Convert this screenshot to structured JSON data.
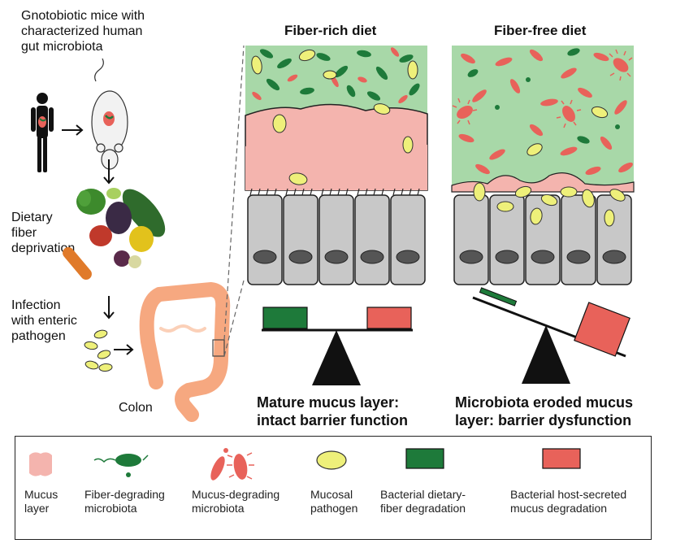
{
  "left_panel": {
    "intro_text": [
      "Gnotobiotic mice with",
      "characterized human",
      "gut microbiota"
    ],
    "diet_text": [
      "Dietary",
      "fiber",
      "deprivation"
    ],
    "infection_text": [
      "Infection",
      "with enteric",
      "pathogen"
    ],
    "colon_label": "Colon"
  },
  "panels": {
    "fiber_rich_title": "Fiber-rich diet",
    "fiber_free_title": "Fiber-free diet"
  },
  "captions": {
    "left": [
      "Mature mucus layer:",
      "intact barrier function"
    ],
    "right": [
      "Microbiota eroded mucus",
      "layer: barrier dysfunction"
    ]
  },
  "legend": {
    "items": [
      {
        "label": [
          "Mucus",
          "layer"
        ]
      },
      {
        "label": [
          "Fiber-degrading",
          "microbiota"
        ]
      },
      {
        "label": [
          "Mucus-degrading",
          "microbiota"
        ]
      },
      {
        "label": [
          "Mucosal",
          "pathogen"
        ]
      },
      {
        "label": [
          "Bacterial dietary-",
          "fiber degradation"
        ]
      },
      {
        "label": [
          "Bacterial host-secreted",
          "mucus degradation"
        ]
      }
    ]
  },
  "colors": {
    "lumen_green": "#a8d8a8",
    "mucus_pink": "#f4b4ae",
    "fiber_bacteria": "#1e7a3a",
    "mucus_bacteria": "#e8625a",
    "pathogen_yellow": "#eef07a",
    "epithelium_gray": "#c8c8c8",
    "colon_orange": "#f6a880"
  }
}
